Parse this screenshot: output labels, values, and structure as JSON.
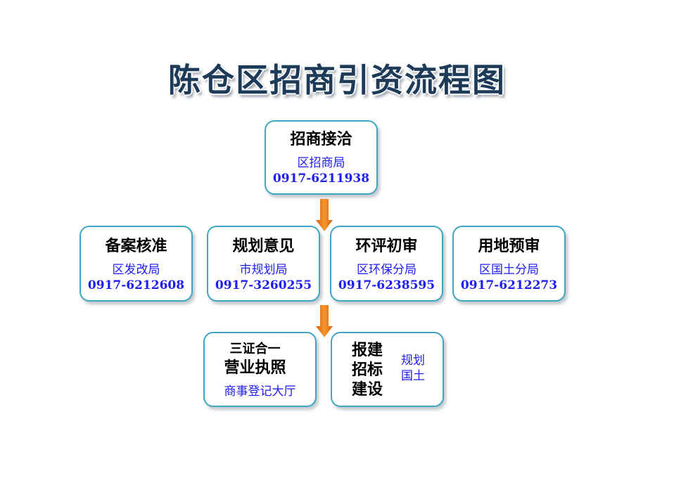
{
  "title": "陈仓区招商引资流程图",
  "top_box": {
    "heading": "招商接洽",
    "dept": "区招商局",
    "phone": "0917-6211938"
  },
  "middle_boxes": [
    {
      "heading": "备案核准",
      "dept": "区发改局",
      "phone": "0917-6212608"
    },
    {
      "heading": "规划意见",
      "dept": "市规划局",
      "phone": "0917-3260255"
    },
    {
      "heading": "环评初审",
      "dept": "区环保分局",
      "phone": "0917-6238595"
    },
    {
      "heading": "用地预审",
      "dept": "区国土分局",
      "phone": "0917-6212273"
    }
  ],
  "license_box": {
    "line1": "三证合一",
    "line2": "营业执照",
    "dept": "商事登记大厅"
  },
  "build_box": {
    "col1": [
      "报建",
      "招标",
      "建设"
    ],
    "col2": [
      "规划",
      "国土"
    ]
  },
  "colors": {
    "box_border": "#3fa6c2",
    "arrow": "#f07f1e",
    "dept_text": "#1d1df5",
    "title_text": "#1d3a59"
  }
}
